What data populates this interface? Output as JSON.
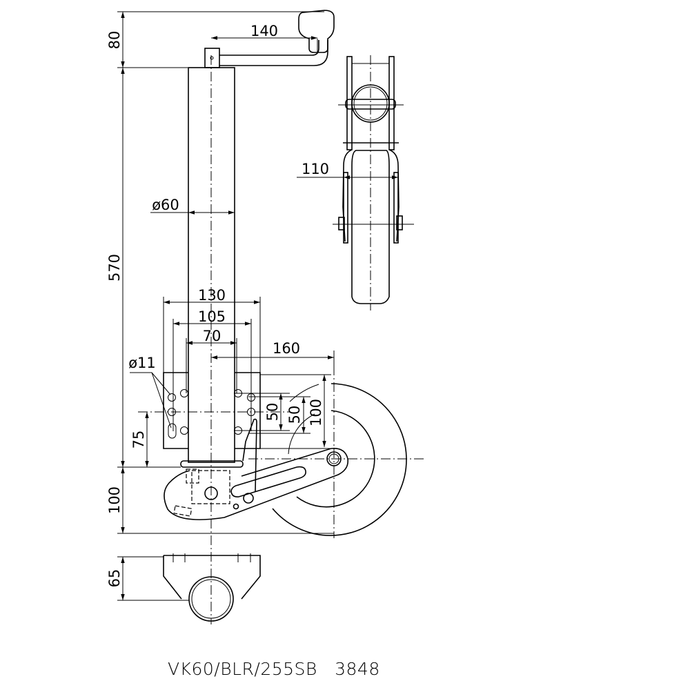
{
  "drawing": {
    "title": "VK60/BLR/255SB   3848",
    "dimensions": {
      "crank_height": "80",
      "tube_length": "570",
      "bottom_height": "100",
      "foot_height": "65",
      "crank_reach": "140",
      "tube_diameter": "ø60",
      "plate_width": "130",
      "hole_spacing_outer": "105",
      "hole_spacing_inner": "70",
      "wheel_offset": "160",
      "hole_diameter": "ø11",
      "plate_bottom": "75",
      "vertical_spacing_a": "50",
      "vertical_spacing_b": "50",
      "plate_height": "100",
      "wheel_width": "110"
    }
  }
}
